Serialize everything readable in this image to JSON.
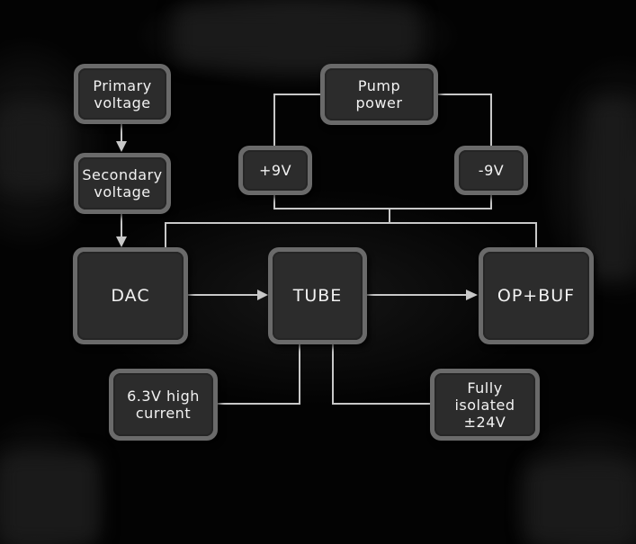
{
  "diagram": {
    "nodes": {
      "primary_voltage": {
        "label": "Primary\nvoltage"
      },
      "secondary_voltage": {
        "label": "Secondary\nvoltage"
      },
      "pump_power": {
        "label": "Pump\npower"
      },
      "plus_9v": {
        "label": "+9V"
      },
      "minus_9v": {
        "label": "-9V"
      },
      "dac": {
        "label": "DAC"
      },
      "tube": {
        "label": "TUBE"
      },
      "op_buf": {
        "label": "OP+BUF"
      },
      "high_current": {
        "label": "6.3V high\ncurrent"
      },
      "isolated_24v": {
        "label": "Fully\nisolated\n±24V"
      }
    },
    "edges": [
      {
        "from": "Primary voltage",
        "to": "Secondary voltage",
        "arrow": true
      },
      {
        "from": "Secondary voltage",
        "to": "DAC",
        "arrow": true
      },
      {
        "from": "Pump power",
        "to": "+9V",
        "arrow": false
      },
      {
        "from": "Pump power",
        "to": "-9V",
        "arrow": false
      },
      {
        "from": "+9V / -9V",
        "to": "DAC, OP+BUF",
        "arrow": false
      },
      {
        "from": "DAC",
        "to": "TUBE",
        "arrow": true
      },
      {
        "from": "TUBE",
        "to": "OP+BUF",
        "arrow": true
      },
      {
        "from": "TUBE",
        "to": "6.3V high current",
        "arrow": false
      },
      {
        "from": "TUBE",
        "to": "Fully isolated ±24V",
        "arrow": false
      }
    ],
    "colors": {
      "line": "#c8c8c8",
      "box_border": "#6a6a6a",
      "box_fill": "#2c2c2c",
      "text": "#f2f2f2"
    }
  }
}
